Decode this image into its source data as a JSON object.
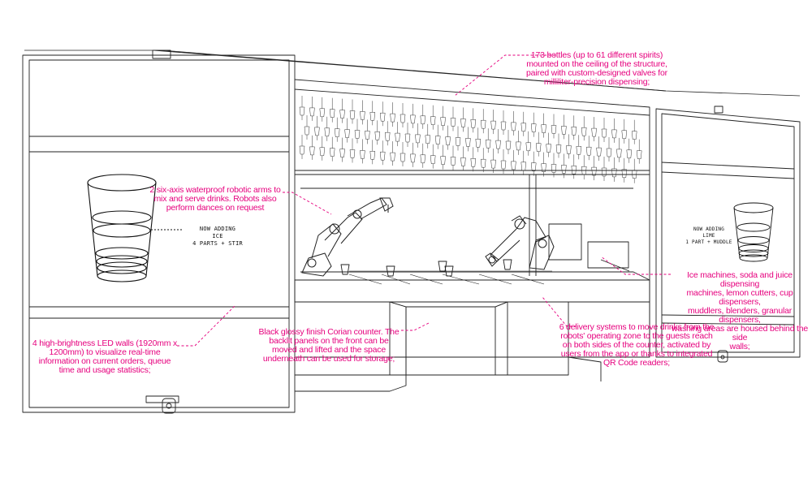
{
  "annotations": {
    "bottles": "173 bottles (up to 61 different spirits)\nmounted on the ceiling of the structure,\npaired with custom-designed valves for\nmilliliter-precision dispensing;",
    "arms": "2 six-axis waterproof robotic arms to\nmix and serve drinks. Robots also\nperform dances on request",
    "led_walls": "4 high-brightness LED walls (1920mm x\n1200mm) to visualize real-time\ninformation on current orders, queue\ntime and usage statistics;",
    "counter": "Black glossy finish Corian counter. The\nbacklit panels on the front can be\nmoved and lifted and the space\nunderneath can be used for storage;",
    "delivery": "6 delivery systems to move drinks from the\nrobots' operating zone to the guests reach\non both sides of the counter, activated by\nusers from the app or thanks to integrated\nQR Code readers;",
    "ice_machines": "Ice machines, soda and juice dispensing\nmachines, lemon cutters, cup dispensers,\nmuddlers, blenders, granular dispensers,\nwashing areas are housed behind the side\nwalls;"
  },
  "left_screen": {
    "text": "NOW ADDING\nICE\n4 PARTS + STIR"
  },
  "right_screen": {
    "text": "NOW ADDING\nLIME\n1 PART + MUDDLE"
  },
  "colors": {
    "annotation": "#e6007e",
    "line": "#222222"
  }
}
